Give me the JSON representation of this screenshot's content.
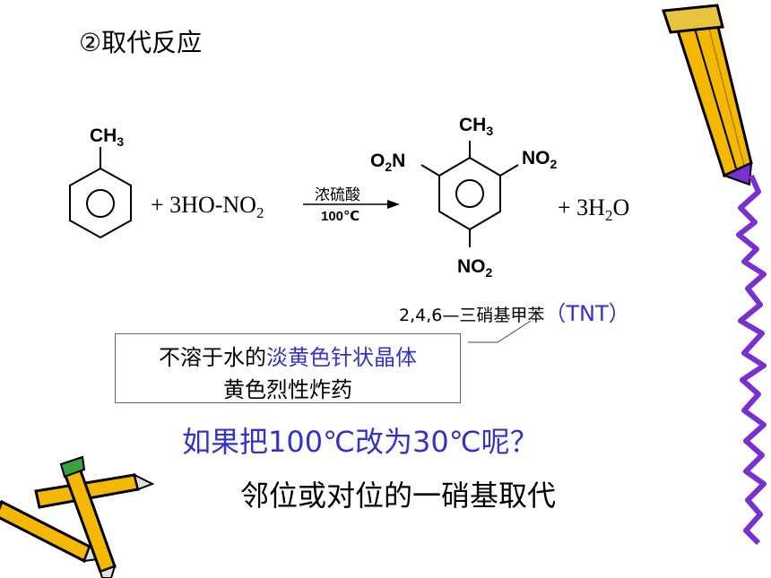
{
  "slide": {
    "title": "②取代反应",
    "reactant_methyl": "CH3",
    "reagent": "+ 3HO-NO2",
    "condition_top": "浓硫酸",
    "condition_bottom": "100℃",
    "product_methyl": "CH3",
    "nitro_left": "O2N",
    "nitro_right": "NO2",
    "nitro_bottom": "NO2",
    "byproduct": "+ 3H2O",
    "product_name": "2,4,6—三硝基甲苯",
    "product_abbr": "（TNT）",
    "properties_line1_prefix": "不溶于水的",
    "properties_line1_highlight": "淡黄色针状晶体",
    "properties_line2": "黄色烈性炸药",
    "question": "如果把100℃改为30℃呢？",
    "answer": "邻位或对位的一硝基取代"
  },
  "colors": {
    "highlight": "#3333cc",
    "pencil_body": "#f5b800",
    "pencil_outline": "#000000",
    "pencil_tip": "#7a2fd0",
    "squiggle": "#7a2fd0"
  },
  "icons": [
    "pencil-icon",
    "pencils-icon",
    "decorative-squiggle"
  ]
}
